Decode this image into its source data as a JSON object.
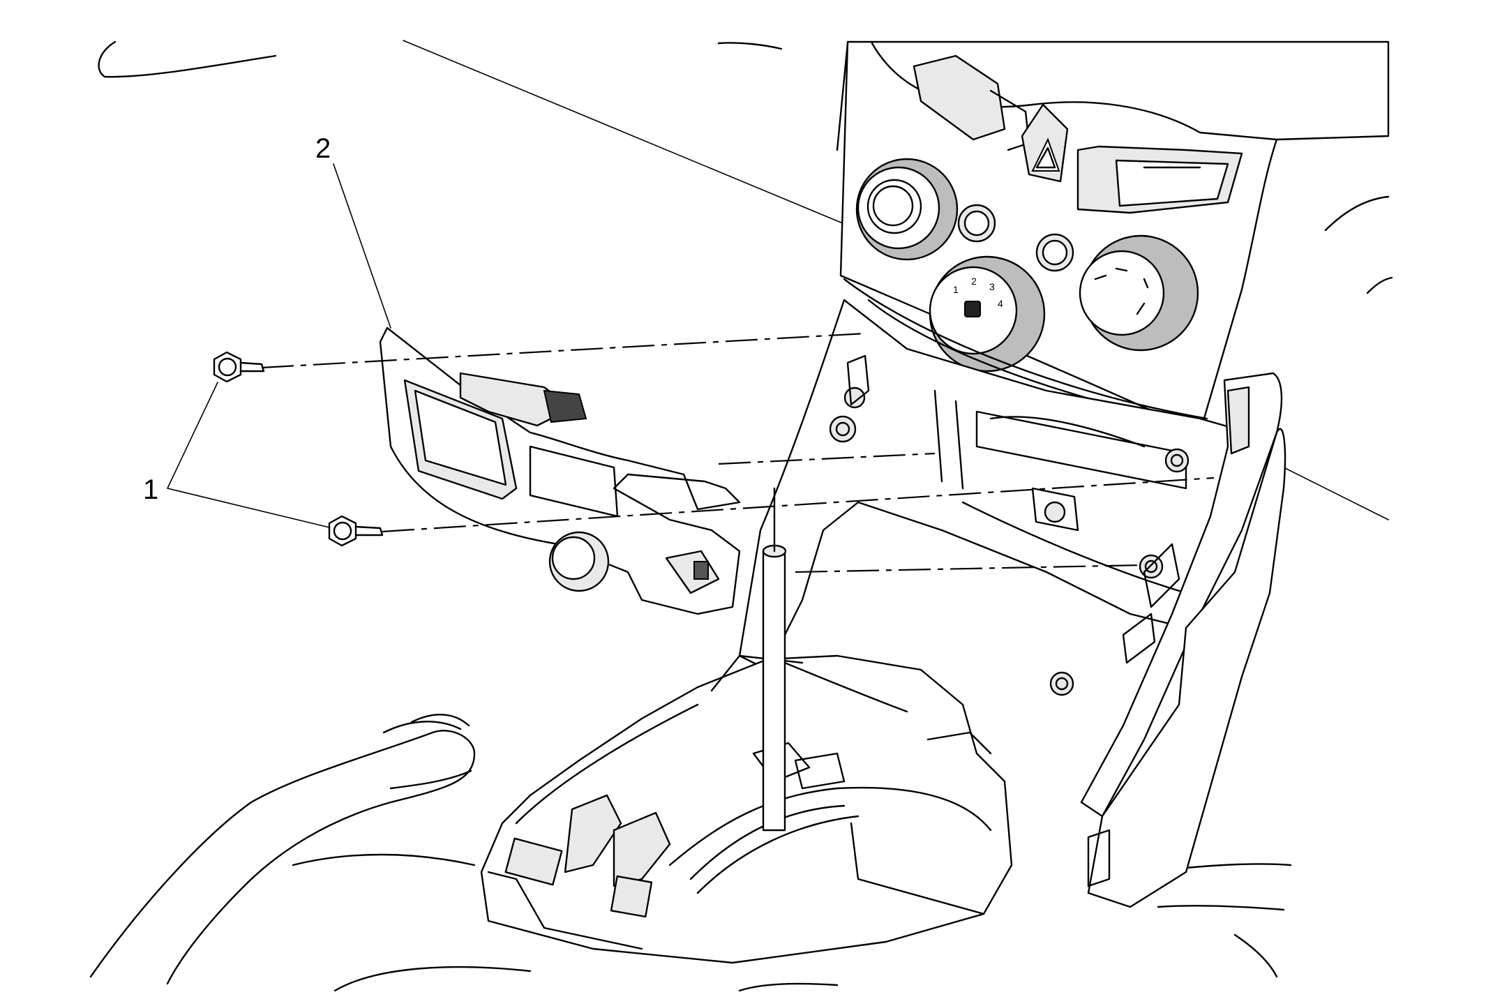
{
  "diagram": {
    "callouts": [
      {
        "id": "1",
        "text": "1"
      },
      {
        "id": "2",
        "text": "2"
      }
    ],
    "knob_center_numbers": [
      "1",
      "2",
      "3",
      "4"
    ]
  }
}
